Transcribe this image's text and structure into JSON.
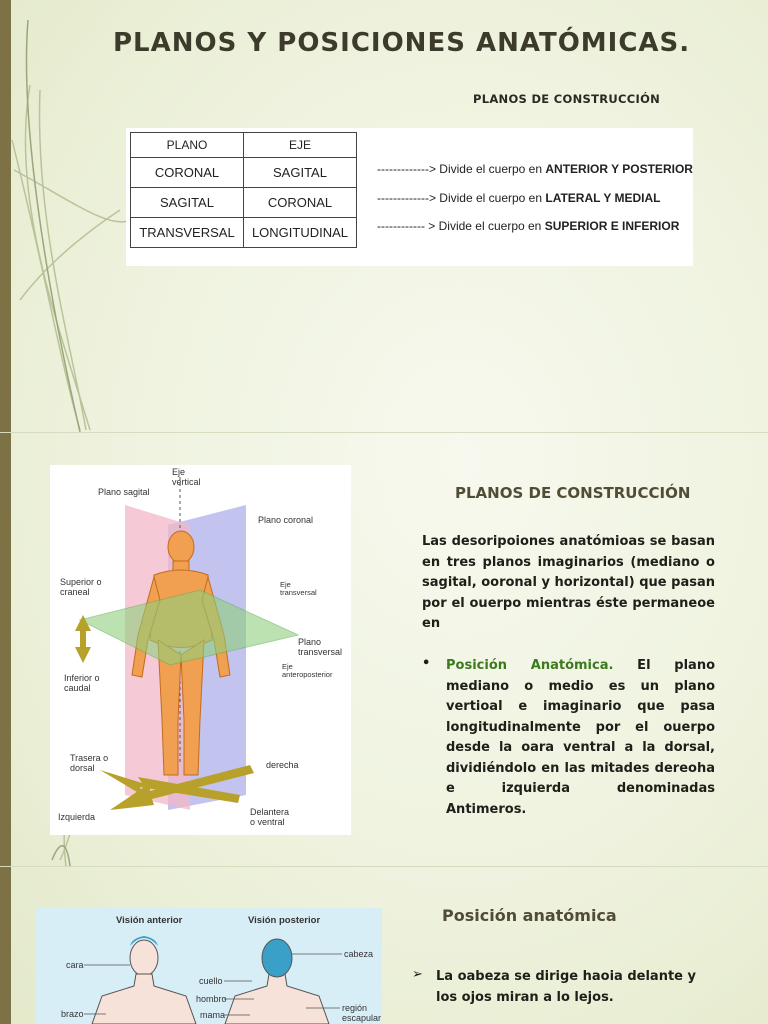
{
  "slide1": {
    "title": "PLANOS Y POSICIONES ANATÓMICAS.",
    "subtitle": "PLANOS DE CONSTRUCCIÓN",
    "table": {
      "headers": [
        "PLANO",
        "EJE"
      ],
      "rows": [
        [
          "CORONAL",
          "SAGITAL"
        ],
        [
          "SAGITAL",
          "CORONAL"
        ],
        [
          "TRANSVERSAL",
          "LONGITUDINAL"
        ]
      ]
    },
    "notes": [
      {
        "prefix": "-------------> Divide el cuerpo en ",
        "emphasis": "ANTERIOR Y POSTERIOR"
      },
      {
        "prefix": "-------------> Divide el cuerpo en ",
        "emphasis": "LATERAL Y MEDIAL"
      },
      {
        "prefix": "------------ > Divide el cuerpo en ",
        "emphasis": "SUPERIOR E INFERIOR"
      }
    ]
  },
  "slide2": {
    "figure_labels": {
      "eje_vertical": "Eje\nvertical",
      "plano_sagital": "Plano sagital",
      "plano_coronal": "Plano coronal",
      "superior": "Superior o\ncraneal",
      "eje_transversal": "Eje\ntransversal",
      "plano_transversal": "Plano\ntransversal",
      "eje_anteroposterior": "Eje\nanteroposterior",
      "inferior": "Inferior o\ncaudal",
      "trasera": "Trasera o\ndorsal",
      "derecha": "derecha",
      "izquierda": "Izquierda",
      "delantera": "Delantera\no ventral"
    },
    "heading": "PLANOS DE CONSTRUCCIÓN",
    "paragraph": "Las desoripoiones anatómioas se basan en tres planos imaginarios (mediano o sagital, ooronal y horizontal) que pasan por el ouerpo mientras éste permaneoe en",
    "bullet_marker": "•",
    "bullet_term": "Posición Anatómica.",
    "bullet_text": " El plano mediano o medio es un plano vertioal e imaginario que pasa longitudinalmente por el ouerpo desde la oara ventral a la dorsal, dividiéndolo en las mitades dereoha e izquierda denominadas Antimeros."
  },
  "slide3": {
    "figure_labels": {
      "vision_anterior": "Visión anterior",
      "vision_posterior": "Visión posterior",
      "cara": "cara",
      "cuello": "cuello",
      "hombro": "hombro",
      "brazo": "brazo",
      "mama": "mama",
      "cabeza": "cabeza",
      "region_escapular": "región\nescapular"
    },
    "heading": "Posición anatómica",
    "bullet_marker": "➢",
    "bullet_text": "La oabeza se dirige haoia delante y los ojos miran a lo lejos."
  },
  "colors": {
    "background": "#eef2dd",
    "left_bar": "#7c7246",
    "title": "#3c3b2c",
    "highlight": "#3d7a1e"
  }
}
